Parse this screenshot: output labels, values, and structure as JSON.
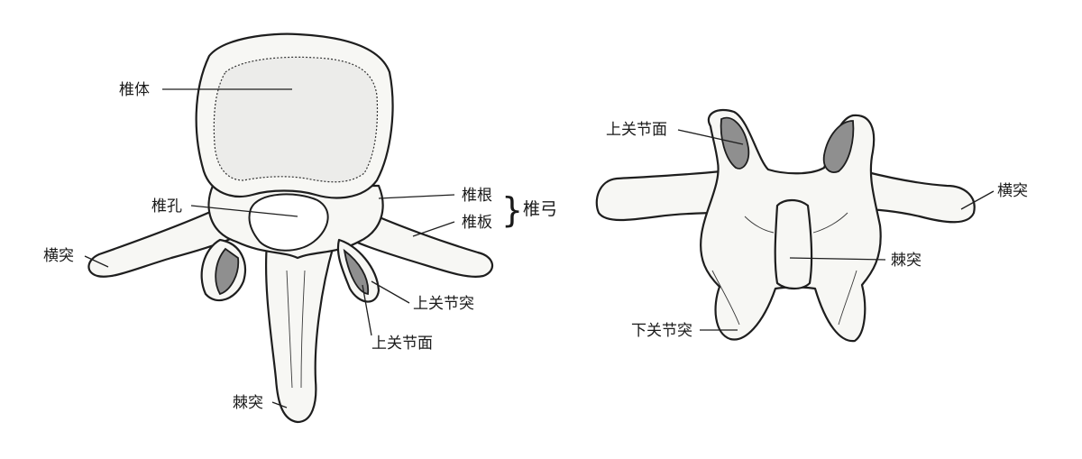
{
  "superior_view": {
    "labels": {
      "vertebral_body": "椎体",
      "vertebral_foramen": "椎孔",
      "transverse_process": "横突",
      "pedicle": "椎根",
      "lamina": "椎板",
      "vertebral_arch": "椎弓",
      "superior_articular_process": "上关节突",
      "superior_articular_facet": "上关节面",
      "spinous_process": "棘突"
    }
  },
  "posterior_view": {
    "labels": {
      "superior_articular_facet": "上关节面",
      "transverse_process": "横突",
      "spinous_process": "棘突",
      "inferior_articular_process": "下关节突"
    }
  },
  "colors": {
    "outline": "#1e1e1e",
    "bone_fill": "#f7f7f4",
    "facet_fill": "#8f8f8f"
  }
}
